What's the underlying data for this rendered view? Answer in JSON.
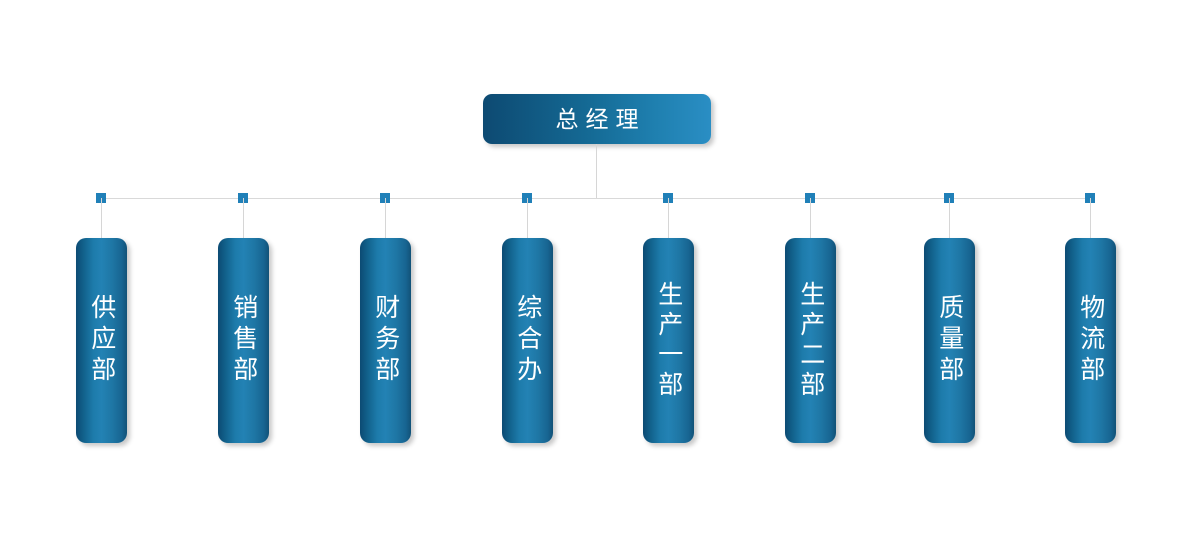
{
  "chart": {
    "type": "org-chart",
    "title": "",
    "background_color": "#ffffff",
    "accent_color": "#2080b8",
    "connector_color": "#d9d9d9",
    "node_text_color": "#ffffff"
  },
  "root": {
    "label": "总经理",
    "gradient_from": "#0d4a72",
    "gradient_to": "#2a8ec4"
  },
  "departments": [
    {
      "label": "供应部",
      "chars": 3
    },
    {
      "label": "销售部",
      "chars": 3
    },
    {
      "label": "财务部",
      "chars": 3
    },
    {
      "label": "综合办",
      "chars": 3
    },
    {
      "label": "生产一部",
      "chars": 4
    },
    {
      "label": "生产二部",
      "chars": 4
    },
    {
      "label": "质量部",
      "chars": 3
    },
    {
      "label": "物流部",
      "chars": 3
    }
  ]
}
